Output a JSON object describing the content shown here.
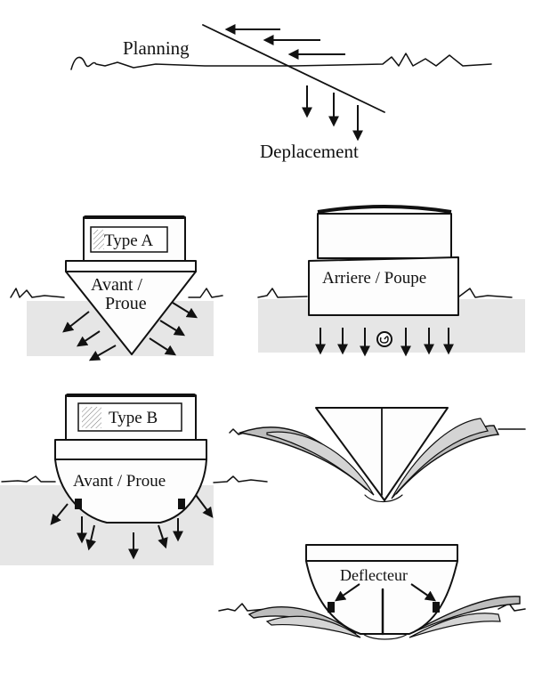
{
  "top": {
    "planning_label": "Planning",
    "deplacement_label": "Deplacement"
  },
  "hull_a": {
    "cabin_label": "Type A",
    "hull_label_line1": "Avant /",
    "hull_label_line2": "Proue"
  },
  "hull_stern": {
    "hull_label": "Arriere / Poupe"
  },
  "hull_b": {
    "cabin_label": "Type B",
    "hull_label": "Avant / Proue"
  },
  "deflector": {
    "label": "Deflecteur"
  },
  "colors": {
    "ink": "#111111",
    "water": "#e6e6e6",
    "spray": "#bdbdbd"
  }
}
